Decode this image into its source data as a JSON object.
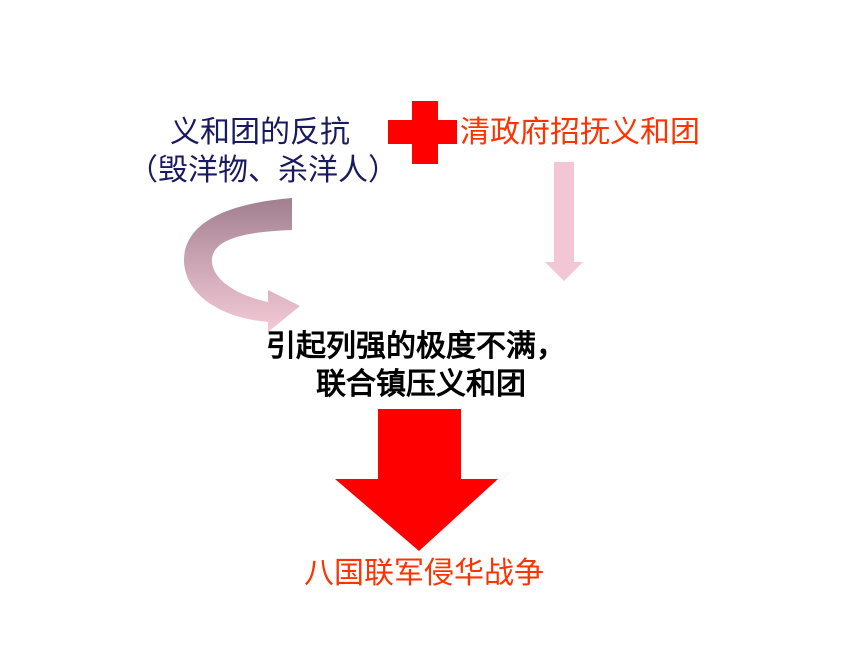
{
  "diagram": {
    "boxer_resistance": "义和团的反抗",
    "boxer_actions": "（毁洋物、杀洋人）",
    "qing_policy": "清政府招抚义和团",
    "result_line1": "引起列强的极度不满，",
    "result_line2": "联合镇压义和团",
    "outcome": "八国联军侵华战争"
  },
  "colors": {
    "plus_red": "#ff0000",
    "navy_text": "#1a1a5e",
    "orange_red_text": "#ff3300",
    "curved_arrow_dark": "#a07f8f",
    "curved_arrow_light": "#f2c6d4",
    "pink_arrow": "#f2c6d4",
    "big_arrow_red": "#ff0000"
  },
  "icons": [
    "plus-icon",
    "curved-arrow",
    "down-arrow-pink",
    "down-arrow-red"
  ]
}
